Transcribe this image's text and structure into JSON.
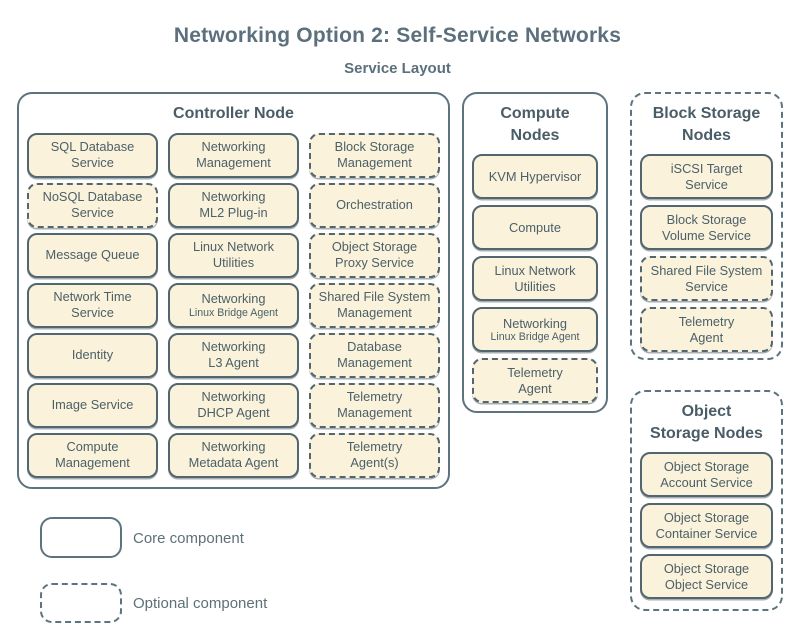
{
  "title": "Networking Option 2: Self-Service Networks",
  "subtitle": "Service Layout",
  "colors": {
    "box_fill": "#faf2db",
    "box_border": "#51666f",
    "group_border": "#5d737d",
    "text": "#4c6068",
    "title_text": "#5b707c"
  },
  "legend": {
    "core_label": "Core component",
    "optional_label": "Optional component"
  },
  "groups": {
    "controller": {
      "title": "Controller Node",
      "border_style": "solid",
      "items": [
        {
          "label": "SQL Database\nService",
          "style": "solid"
        },
        {
          "label": "Networking\nManagement",
          "style": "solid"
        },
        {
          "label": "Block Storage\nManagement",
          "style": "dashed"
        },
        {
          "label": "NoSQL Database\nService",
          "style": "dashed"
        },
        {
          "label": "Networking\nML2 Plug-in",
          "style": "solid"
        },
        {
          "label": "Orchestration",
          "style": "dashed"
        },
        {
          "label": "Message Queue",
          "style": "solid"
        },
        {
          "label": "Linux Network\nUtilities",
          "style": "solid"
        },
        {
          "label": "Object Storage\nProxy Service",
          "style": "dashed"
        },
        {
          "label": "Network Time\nService",
          "style": "solid"
        },
        {
          "label": "Networking",
          "sub": "Linux Bridge Agent",
          "style": "solid"
        },
        {
          "label": "Shared File System\nManagement",
          "style": "dashed"
        },
        {
          "label": "Identity",
          "style": "solid"
        },
        {
          "label": "Networking\nL3 Agent",
          "style": "solid"
        },
        {
          "label": "Database\nManagement",
          "style": "dashed"
        },
        {
          "label": "Image Service",
          "style": "solid"
        },
        {
          "label": "Networking\nDHCP Agent",
          "style": "solid"
        },
        {
          "label": "Telemetry\nManagement",
          "style": "dashed"
        },
        {
          "label": "Compute\nManagement",
          "style": "solid"
        },
        {
          "label": "Networking\nMetadata Agent",
          "style": "solid"
        },
        {
          "label": "Telemetry\nAgent(s)",
          "style": "dashed"
        }
      ]
    },
    "compute": {
      "title": "Compute\nNodes",
      "border_style": "solid",
      "items": [
        {
          "label": "KVM Hypervisor",
          "style": "solid"
        },
        {
          "label": "Compute",
          "style": "solid"
        },
        {
          "label": "Linux Network\nUtilities",
          "style": "solid"
        },
        {
          "label": "Networking",
          "sub": "Linux Bridge Agent",
          "style": "solid"
        },
        {
          "label": "Telemetry\nAgent",
          "style": "dashed"
        }
      ]
    },
    "block": {
      "title": "Block Storage\nNodes",
      "border_style": "dashed",
      "items": [
        {
          "label": "iSCSI Target\nService",
          "style": "solid"
        },
        {
          "label": "Block Storage\nVolume Service",
          "style": "solid"
        },
        {
          "label": "Shared File System\nService",
          "style": "dashed"
        },
        {
          "label": "Telemetry\nAgent",
          "style": "dashed"
        }
      ]
    },
    "object": {
      "title": "Object\nStorage Nodes",
      "border_style": "dashed",
      "items": [
        {
          "label": "Object Storage\nAccount Service",
          "style": "solid"
        },
        {
          "label": "Object Storage\nContainer Service",
          "style": "solid"
        },
        {
          "label": "Object Storage\nObject Service",
          "style": "solid"
        }
      ]
    }
  }
}
